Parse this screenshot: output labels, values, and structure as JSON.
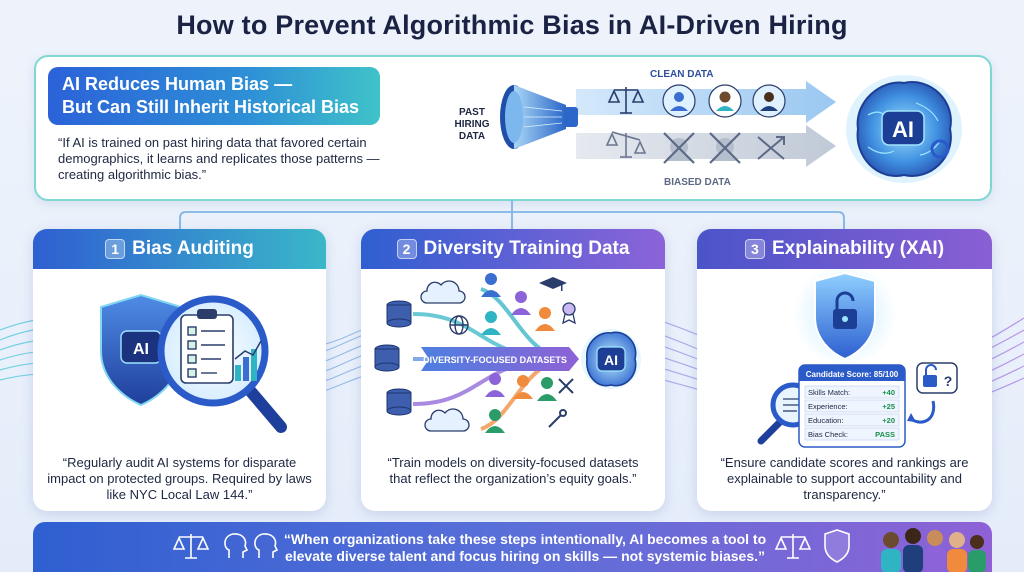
{
  "title": "How to Prevent Algorithmic Bias in AI-Driven Hiring",
  "top": {
    "heading_line1": "AI Reduces Human Bias —",
    "heading_line2": "But Can Still Inherit Historical Bias",
    "quote": "“If AI is trained on past hiring data that favored certain demographics, it learns and replicates those patterns — creating algorithmic bias.”",
    "funnel_label": "PAST HIRING DATA",
    "clean_label": "CLEAN DATA",
    "biased_label": "BIASED DATA",
    "brain_label": "AI"
  },
  "cards": [
    {
      "number": "1",
      "title": "Bias Auditing",
      "shield_label": "AI",
      "quote": "“Regularly audit AI systems for disparate impact on protected groups. Required by laws like NYC Local Law 144.”"
    },
    {
      "number": "2",
      "title": "Diversity Training Data",
      "ribbon_label": "DIVERSITY-FOCUSED DATASETS",
      "brain_label": "AI",
      "quote": "“Train models on diversity-focused datasets that reflect the organization’s equity goals.”"
    },
    {
      "number": "3",
      "title": "Explainability (XAI)",
      "quote": "“Ensure candidate scores and rankings are explainable to support accountability and transparency.”",
      "scorecard": {
        "header": "Candidate Score: 85/100",
        "rows": [
          {
            "label": "Skills Match:",
            "value": "+40"
          },
          {
            "label": "Experience:",
            "value": "+25"
          },
          {
            "label": "Education:",
            "value": "+20"
          },
          {
            "label": "Bias Check:",
            "value": "PASS"
          }
        ]
      }
    }
  ],
  "banner": {
    "quote": "“When organizations take these steps intentionally, AI becomes a tool to elevate diverse talent and focus hiring on skills — not systemic biases.”"
  },
  "colors": {
    "title": "#1b2345",
    "teal": "#3ab7c9",
    "blue": "#2f5fd1",
    "purple": "#8c63d8"
  }
}
